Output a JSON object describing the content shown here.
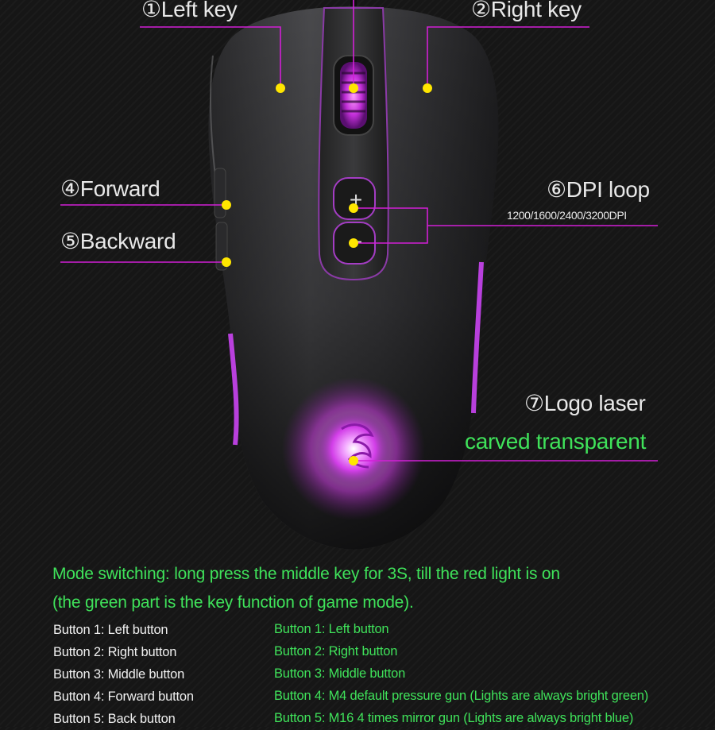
{
  "callouts": {
    "left_key": "①Left key",
    "right_key": "②Right key",
    "forward": "④Forward",
    "backward": "⑤Backward",
    "dpi_loop": "⑥DPI loop",
    "dpi_values": "1200/1600/2400/3200DPI",
    "logo_line1": "⑦Logo laser",
    "logo_line2": "carved transparent"
  },
  "mode": {
    "line1": "Mode switching: long press the middle key for 3S, till the red light is on",
    "line2": "(the green part is the key function of game mode)."
  },
  "normal_buttons": [
    "Button 1: Left button",
    "Button 2: Right button",
    "Button 3: Middle button",
    "Button 4: Forward button",
    "Button 5: Back button"
  ],
  "game_buttons": [
    "Button 1: Left button",
    "Button 2: Right button",
    "Button 3: Middle button",
    "Button 4: M4 default pressure gun (Lights are always bright green)",
    "Button 5: M16 4 times mirror gun (Lights are always bright blue)"
  ],
  "colors": {
    "callout_line": "#d21fd6",
    "marker_dot": "#ffe600",
    "game_text": "#3fe25a",
    "led_glow": "#e15cff"
  },
  "icons": {
    "dpi_plus": "+",
    "dpi_minus": "−"
  }
}
